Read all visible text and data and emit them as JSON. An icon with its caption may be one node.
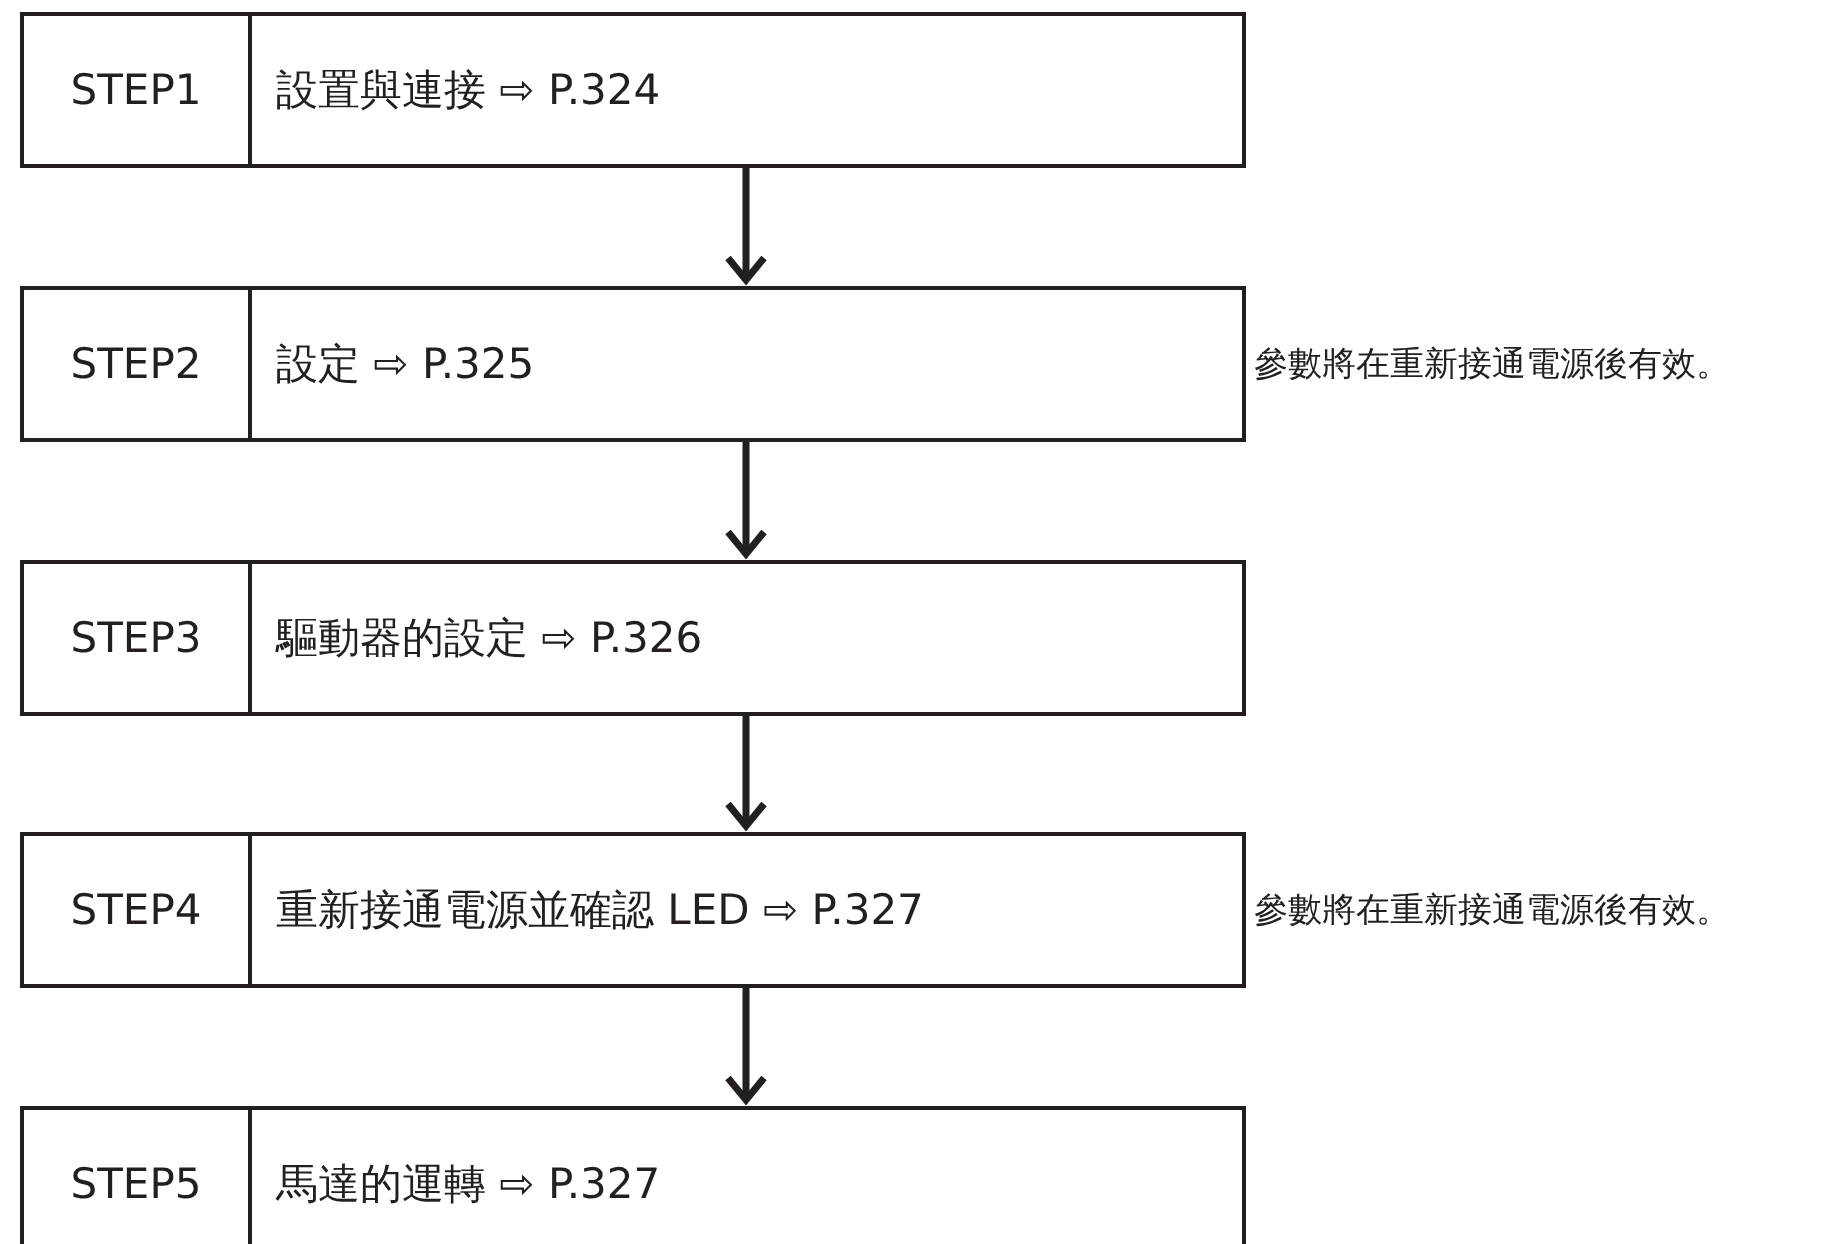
{
  "diagram": {
    "nodes": [
      {
        "text": [
          "STEP1",
          "設置與連接 ⇨ P.324"
        ]
      },
      {
        "text": [
          "STEP2",
          "設定 ⇨ P.325"
        ],
        "beside": [
          "參數將在重新接通電源後有效。"
        ]
      },
      {
        "text": [
          "STEP3",
          "驅動器的設定 ⇨ P.326"
        ]
      },
      {
        "text": [
          "STEP4",
          "重新接通電源並確認 LED ⇨ P.327"
        ],
        "beside": [
          "參數將在重新接通電源後有效。"
        ]
      },
      {
        "text": [
          "STEP5",
          "馬達的運轉 ⇨ P.327"
        ]
      }
    ],
    "edges": [
      {
        "from": 0,
        "to": 1,
        "arrow": "to"
      },
      {
        "from": 1,
        "to": 2,
        "arrow": "to"
      },
      {
        "from": 2,
        "to": 3,
        "arrow": "to"
      },
      {
        "from": 3,
        "to": 4,
        "arrow": "to"
      }
    ]
  }
}
